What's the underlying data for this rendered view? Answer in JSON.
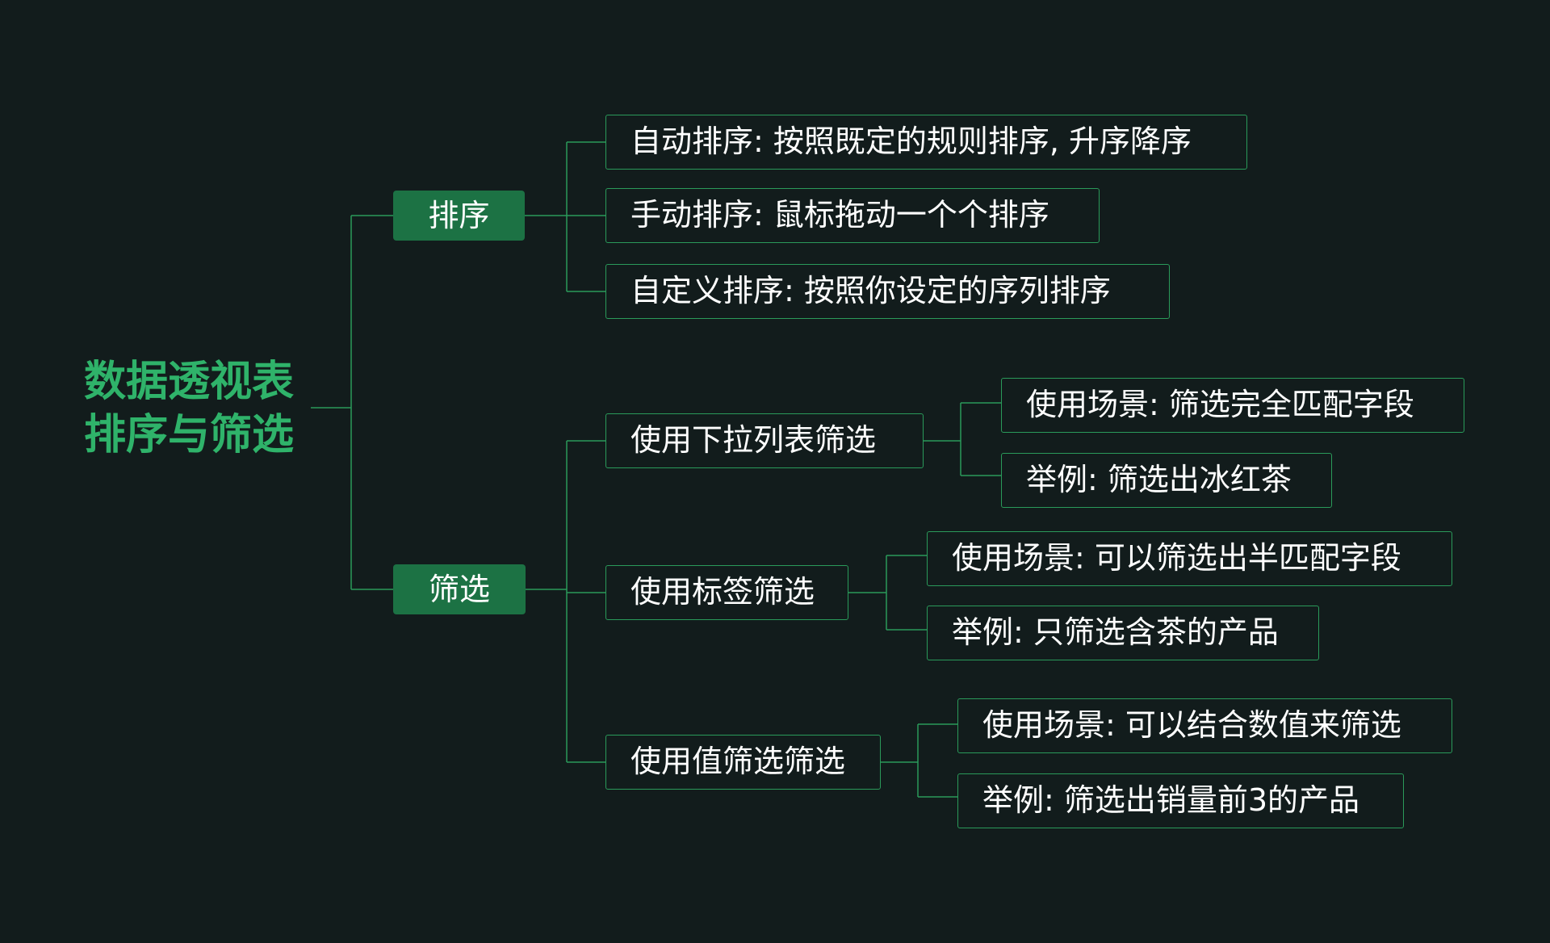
{
  "root": {
    "line1": "数据透视表",
    "line2": "排序与筛选"
  },
  "branches": {
    "sort": {
      "label": "排序",
      "children": [
        "自动排序: 按照既定的规则排序, 升序降序",
        "手动排序: 鼠标拖动一个个排序",
        "自定义排序: 按照你设定的序列排序"
      ]
    },
    "filter": {
      "label": "筛选",
      "children": [
        {
          "label": "使用下拉列表筛选",
          "children": [
            "使用场景: 筛选完全匹配字段",
            "举例: 筛选出冰红茶"
          ]
        },
        {
          "label": "使用标签筛选",
          "children": [
            "使用场景: 可以筛选出半匹配字段",
            "举例: 只筛选含茶的产品"
          ]
        },
        {
          "label": "使用值筛选筛选",
          "children": [
            "使用场景: 可以结合数值来筛选",
            "举例: 筛选出销量前3的产品"
          ]
        }
      ]
    }
  },
  "colors": {
    "background": "#121c1c",
    "accent": "#2fb36a",
    "branch_fill": "#1c7244",
    "line": "#2a9a5a",
    "text": "#ffffff"
  }
}
